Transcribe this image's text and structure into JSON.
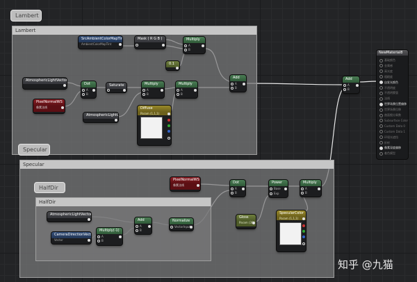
{
  "comments": {
    "lambert_tab": "Lambert",
    "lambert_box": "Lambert",
    "specular_tab": "Specular",
    "specular_box": "Specular",
    "halfdir_tab": "HalfDir",
    "halfdir_box": "HalfDir"
  },
  "nodes": {
    "ambient": {
      "title": "SrcAmbientColorMapTint",
      "sub": "AmbientColorMapTint"
    },
    "mask": {
      "title": "Mask ( R G B )"
    },
    "multiply_top": {
      "title": "Multiply"
    },
    "const_01": {
      "title": "0.1"
    },
    "add_lambert": {
      "title": "Add"
    },
    "atmo_light_vec": {
      "title": "AtmosphericLightVector"
    },
    "dot_lambert": {
      "title": "Dot"
    },
    "saturate": {
      "title": "Saturate"
    },
    "multiply_mid": {
      "title": "Multiply"
    },
    "multiply_right": {
      "title": "Multiply"
    },
    "pixel_normal_1": {
      "title": "PixelNormalWS",
      "sub": "像素法线"
    },
    "atmo_light_color": {
      "title": "AtmosphericLightColor"
    },
    "diffuse": {
      "title": "Diffuse",
      "sub": "Param (1,1,1)"
    },
    "add_final": {
      "title": "Add"
    },
    "pixel_normal_2": {
      "title": "PixelNormalWS",
      "sub": "像素法线"
    },
    "dot_spec": {
      "title": "Dot"
    },
    "power": {
      "title": "Power",
      "pin_a": "Base",
      "pin_b": "Exp"
    },
    "multiply_spec": {
      "title": "Multiply"
    },
    "atmo_light_vec_2": {
      "title": "AtmosphericLightVector"
    },
    "add_half": {
      "title": "Add"
    },
    "normalize": {
      "title": "Normalize",
      "pin": "VectorInput"
    },
    "camera_dir": {
      "title": "CameraDirectionVector",
      "sub": "Vector"
    },
    "multiply_neg": {
      "title": "Multiply(-1)"
    },
    "gloss": {
      "title": "Gloss",
      "sub": "Param (30)"
    },
    "specular_color": {
      "title": "SpecularColor",
      "sub": "Param (1,1,1)"
    }
  },
  "result": {
    "title": "NewMaterial8",
    "items": [
      {
        "label": "基础颜色",
        "on": false
      },
      {
        "label": "金属感",
        "on": false
      },
      {
        "label": "高光度",
        "on": false
      },
      {
        "label": "粗糙度",
        "on": false
      },
      {
        "label": "自发光颜色",
        "on": true
      },
      {
        "label": "不透明度",
        "on": false
      },
      {
        "label": "不透明蒙版",
        "on": false
      },
      {
        "label": "法线",
        "on": false
      },
      {
        "label": "世界场景位置偏移",
        "on": true
      },
      {
        "label": "世界场景位移",
        "on": false
      },
      {
        "label": "曲面细分乘数",
        "on": false
      },
      {
        "label": "Subsurface Color",
        "on": false
      },
      {
        "label": "Custom Data 0",
        "on": false
      },
      {
        "label": "Custom Data 1",
        "on": false
      },
      {
        "label": "环境光遮挡",
        "on": false
      },
      {
        "label": "折射",
        "on": false
      },
      {
        "label": "像素深度偏移",
        "on": true
      },
      {
        "label": "着色模型",
        "on": false
      }
    ]
  },
  "pins": {
    "a": "A",
    "b": "B"
  },
  "watermark": "知乎 @九猫"
}
